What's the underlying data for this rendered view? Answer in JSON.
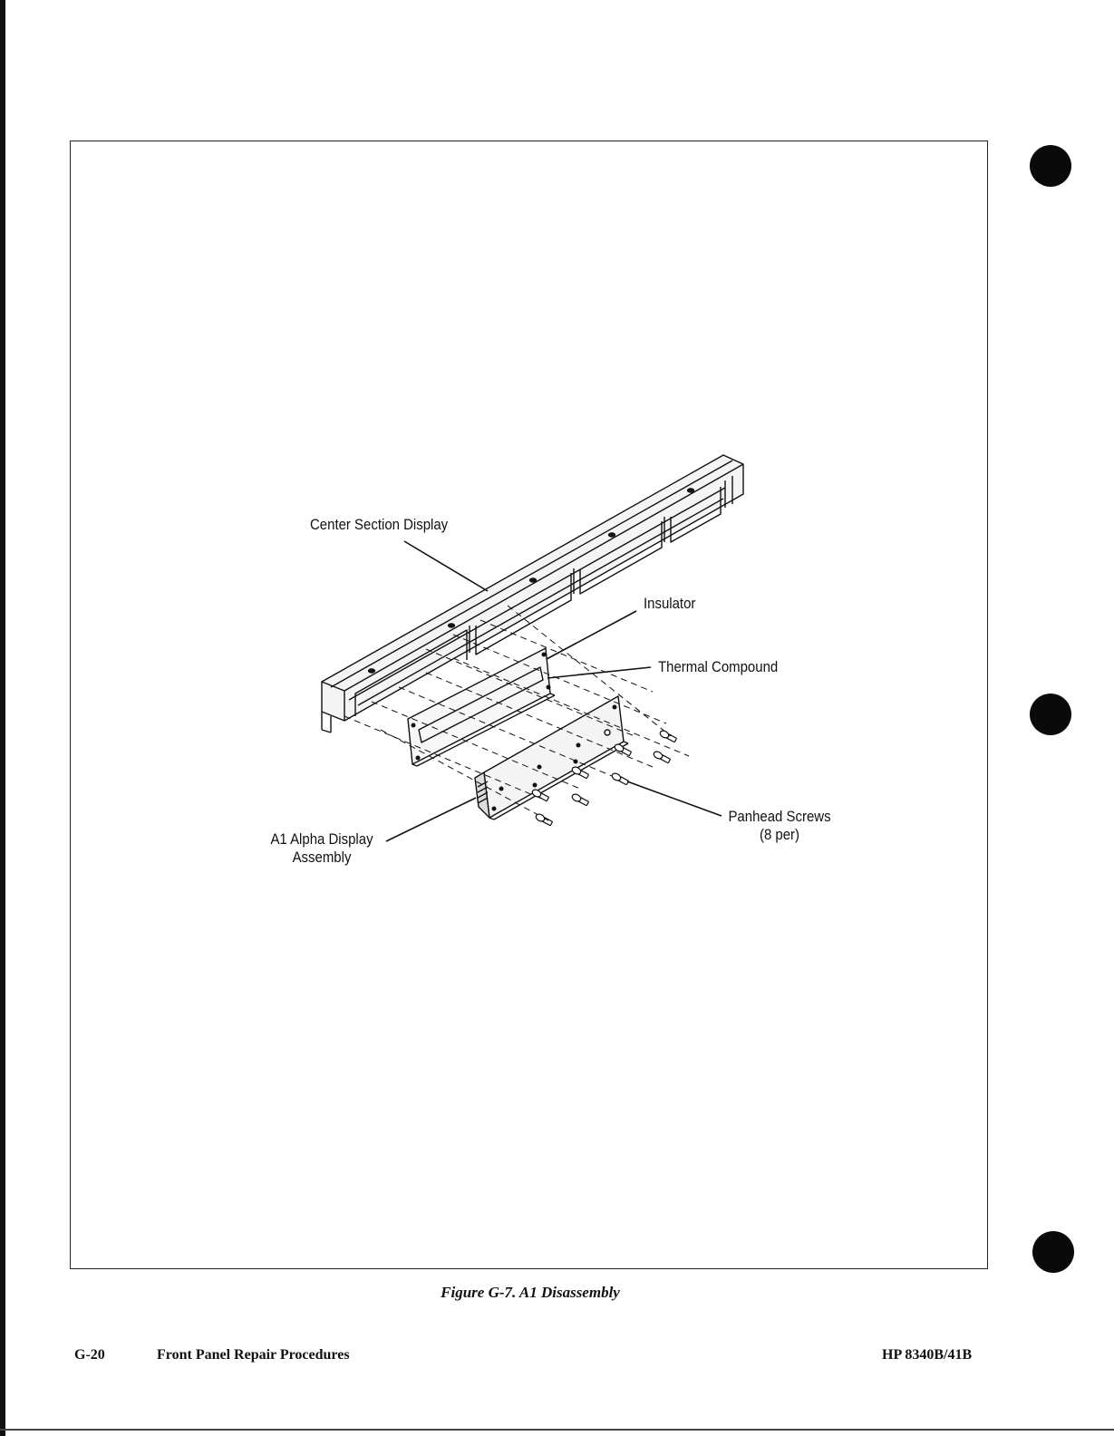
{
  "labels": {
    "center_section": "Center Section Display",
    "insulator": "Insulator",
    "thermal_compound": "Thermal Compound",
    "panhead_line1": "Panhead Screws",
    "panhead_line2": "(8 per)",
    "a1_line1": "A1 Alpha Display",
    "a1_line2": "Assembly"
  },
  "caption": "Figure G-7.   A1 Disassembly",
  "footer": {
    "page_number": "G-20",
    "section": "Front Panel Repair Procedures",
    "model": "HP 8340B/41B"
  }
}
